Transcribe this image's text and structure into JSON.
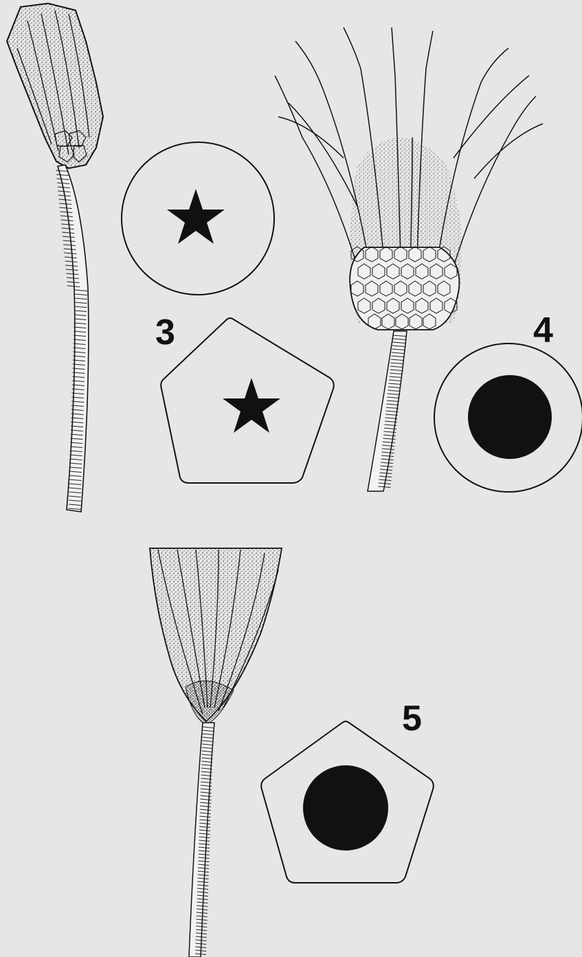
{
  "figures": [
    {
      "number": "3",
      "crinoid": "left-crinoid",
      "stem_sections": [
        "circular-section-star-canal",
        "pentagonal-section-star-canal"
      ]
    },
    {
      "number": "4",
      "crinoid": "right-crinoid",
      "stem_sections": [
        "circular-section-round-canal"
      ]
    },
    {
      "number": "5",
      "crinoid": "bottom-crinoid",
      "stem_sections": [
        "pentagonal-section-round-canal"
      ]
    }
  ],
  "colors": {
    "background": "#e6e6e6",
    "ink": "#111111",
    "section_fill": "#e6e6e6"
  }
}
